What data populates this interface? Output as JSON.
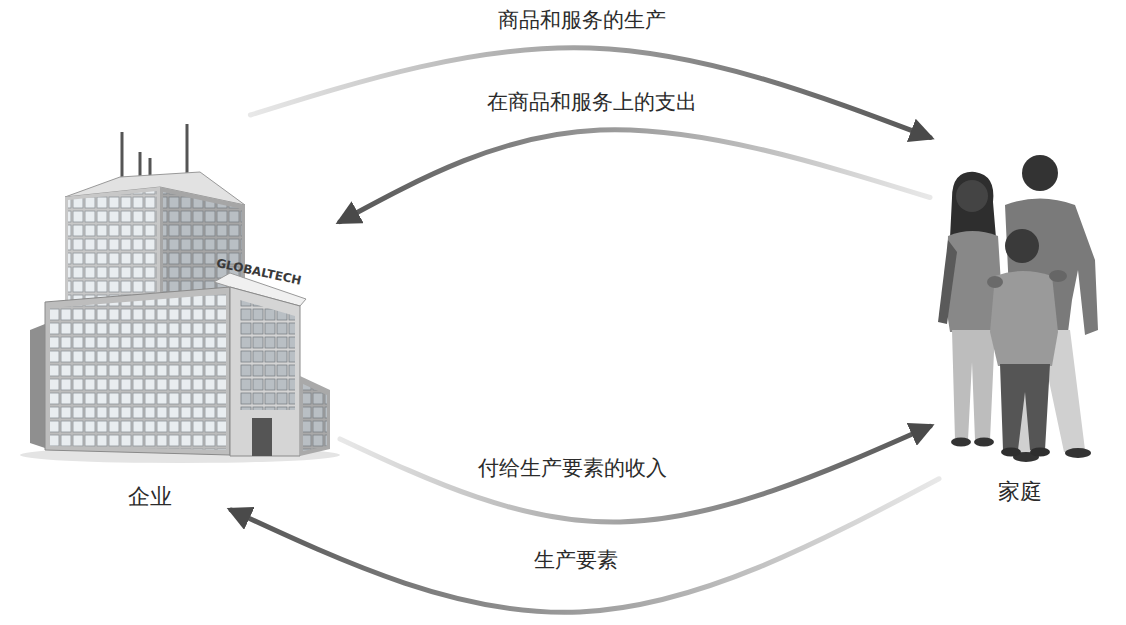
{
  "diagram": {
    "nodes": [
      {
        "text": [
          "企业"
        ]
      },
      {
        "text": [
          "家庭"
        ]
      }
    ],
    "edges": [
      {
        "from": 0,
        "to": 1,
        "label": "商品和服务的生产",
        "arrow": "to"
      },
      {
        "from": 1,
        "to": 0,
        "label": "在商品和服务上的支出",
        "arrow": "to"
      },
      {
        "from": 0,
        "to": 1,
        "label": "付给生产要素的收入",
        "arrow": "to"
      },
      {
        "from": 1,
        "to": 0,
        "label": "生产要素",
        "arrow": "to"
      }
    ],
    "labels": [
      "GLOBALTECH"
    ]
  }
}
